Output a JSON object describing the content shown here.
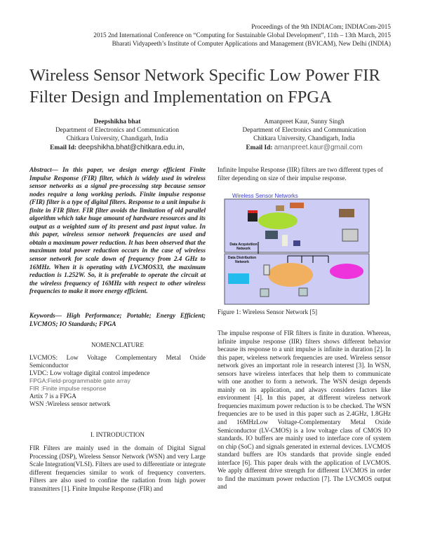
{
  "header": {
    "line1": "Proceedings of the 9th INDIACom; INDIACom-2015",
    "line2": "2015 2nd International Conference on “Computing for Sustainable Global Development”, 11th – 13th March, 2015",
    "line3": "Bharati Vidyapeeth’s Institute of Computer Applications and Management (BVICAM), New Delhi (INDIA)"
  },
  "title": "Wireless Sensor Network Specific Low Power FIR Filter Design and Implementation on FPGA",
  "authors": [
    {
      "name": "Deepshikha bhat",
      "dept": "Department of Electronics and Communication",
      "affil": "Chitkara University, Chandigarh, India",
      "email_label": "Email Id:",
      "email": "deepshikha.bhat@chitkara.edu.in,"
    },
    {
      "name": "Amanpreet Kaur, Sunny Singh",
      "dept": "Department of Electronics and Communication",
      "affil": "Chitkara University, Chandigarh, India",
      "email_label": "Email Id:",
      "email": "amanpreet.kaur@gmail.com"
    }
  ],
  "abstract": "Abstract— In this paper, we design energy efficient Finite Impulse Response (FIR) filter, which  is widely used in wireless sensor networks as a signal pre-processing step because sensor nodes require a long working periods. Finite impulse response (FIR) filter is a type of digital filters. Response to a unit impulse is finite in FIR filter. FIR filter avoids the limitation of old parallel algorithm which take huge amount of hardware resources and its output as a weighted sum of its present and past input value. In this paper, wireless sensor network frequencies are used and obtain a maximum power reduction. It has been observed that the maximum total power reduction occurs in the case of wireless sensor network for scale down of frequency from 2.4 GHz to 16MHz. When it is operating with LVCMOS33, the maximum reduction is 1.252W. So, it is preferable to operate the circuit at the wireless frequency of 16MHz with respect to other wireless frequencies to make it more energy efficient.",
  "keywords": "Keywords— High Performance; Portable; Energy Efficient; LVCMOS; IO Standards; FPGA",
  "nomenclature": {
    "heading": "NOMENCLATURE",
    "items": [
      "LVCMOS: Low Voltage Complementary Metal Oxide Semiconductor",
      " LVDC: Low voltage digital control impedence",
      "FPGA:Field-programmable gate array",
      "FIR :Finite impulse response",
      "Artix 7 is a FPGA",
      "WSN :Wireless sensor network"
    ]
  },
  "intro": {
    "heading": "I. INTRODUCTION",
    "para1": "FIR Filters are mainly used in the domain of Digital Signal Processing (DSP), Wireless Sensor Network (WSN) and very Large Scale Integration(VLSI). Filters are used to differentiate or integrate different frequencies similar to work of frequency converters. Filters are also used to confine the radiation from high power transmitters [1]. Finite Impulse Response (FIR) and",
    "para1_cont": "Infinite Impulse Response (IIR) filters are two different types of filter depending on size of their impulse response.",
    "para2": "The impulse response of FIR filters is finite in duration. Whereas, infinite impulse response (IIR) filters shows different behavior because its response to a unit impulse is infinite in duration [2]. In this paper, wireless network frequencies are used. Wireless sensor network gives an important role in research interest [3]. In WSN, sensors have wireless interfaces that help them to communicate with one another to form a network. The WSN design depends mainly on its application, and always considers factors like environment [4]. In this paper, at different wireless network frequencies maximum power reduction is to be checked. The WSN frequencies are to be used in this paper such as 2.4GHz, 1.8GHz and 16MHzLow Voltage-Complementary Metal Oxide Semiconductor (LV-CMOS) is a low voltage class of CMOS IO standards. IO buffers are mainly used to interface core of system on chip (SoC) and signals generated in external devices. LVCMOS standard buffers are IOs standards that provide single ended interface [6]. This paper deals with the application of LVCMOS. We apply different drive strength for different LVCMOS in order to find the maximum power reduction [7]. The LVCMOS output and"
  },
  "figure": {
    "image_title": "Wireless Sensor Networks",
    "caption": "Figure 1: Wireless Sensor Network [5]",
    "panel_labels": [
      "Data Acquisition Network",
      "Data Distribution Network"
    ]
  }
}
